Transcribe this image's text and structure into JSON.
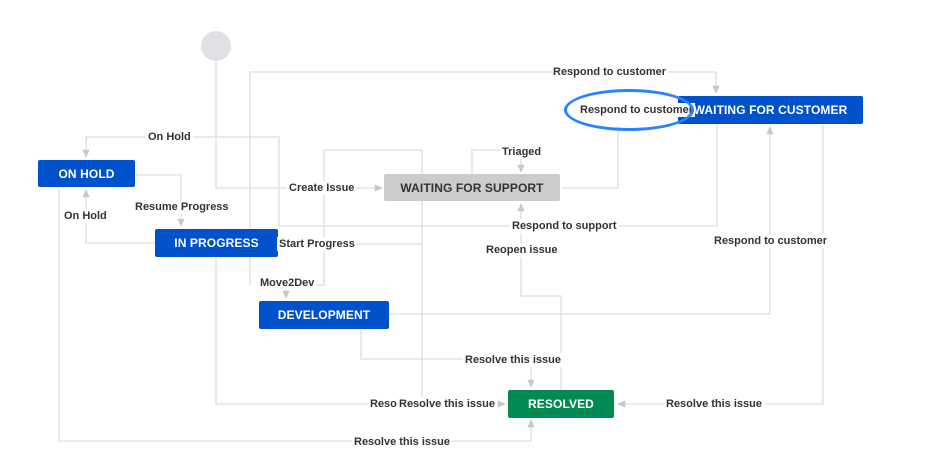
{
  "colors": {
    "status_blue": "#0052cc",
    "status_gray": "#cccccc",
    "status_green": "#008a52",
    "gray_text": "#333333",
    "connector": "#dddddd",
    "arrow": "#c8c8c8",
    "start_node": "#dfe1e6",
    "highlight": "#2684ff"
  },
  "statuses": {
    "on_hold": "ON HOLD",
    "in_progress": "IN PROGRESS",
    "waiting_support": "WAITING FOR SUPPORT",
    "waiting_customer": "WAITING FOR CUSTOMER",
    "development": "DEVELOPMENT",
    "resolved": "RESOLVED"
  },
  "transitions": {
    "respond_to_customer_top": "Respond to customer",
    "respond_to_customer_highlight": "Respond to customer",
    "on_hold_top": "On Hold",
    "triaged": "Triaged",
    "create_issue": "Create Issue",
    "resume_progress": "Resume Progress",
    "on_hold_left": "On Hold",
    "respond_to_support": "Respond to support",
    "start_progress": "Start Progress",
    "respond_to_customer_right": "Respond to customer",
    "reopen_issue": "Reopen issue",
    "move2dev": "Move2Dev",
    "resolve_from_dev": "Resolve this issue",
    "resolve_clipped": "Resolve this issue",
    "resolve_from_support": "Resolve this issue",
    "resolve_from_customer": "Resolve this issue",
    "resolve_from_hold": "Resolve this issue"
  }
}
